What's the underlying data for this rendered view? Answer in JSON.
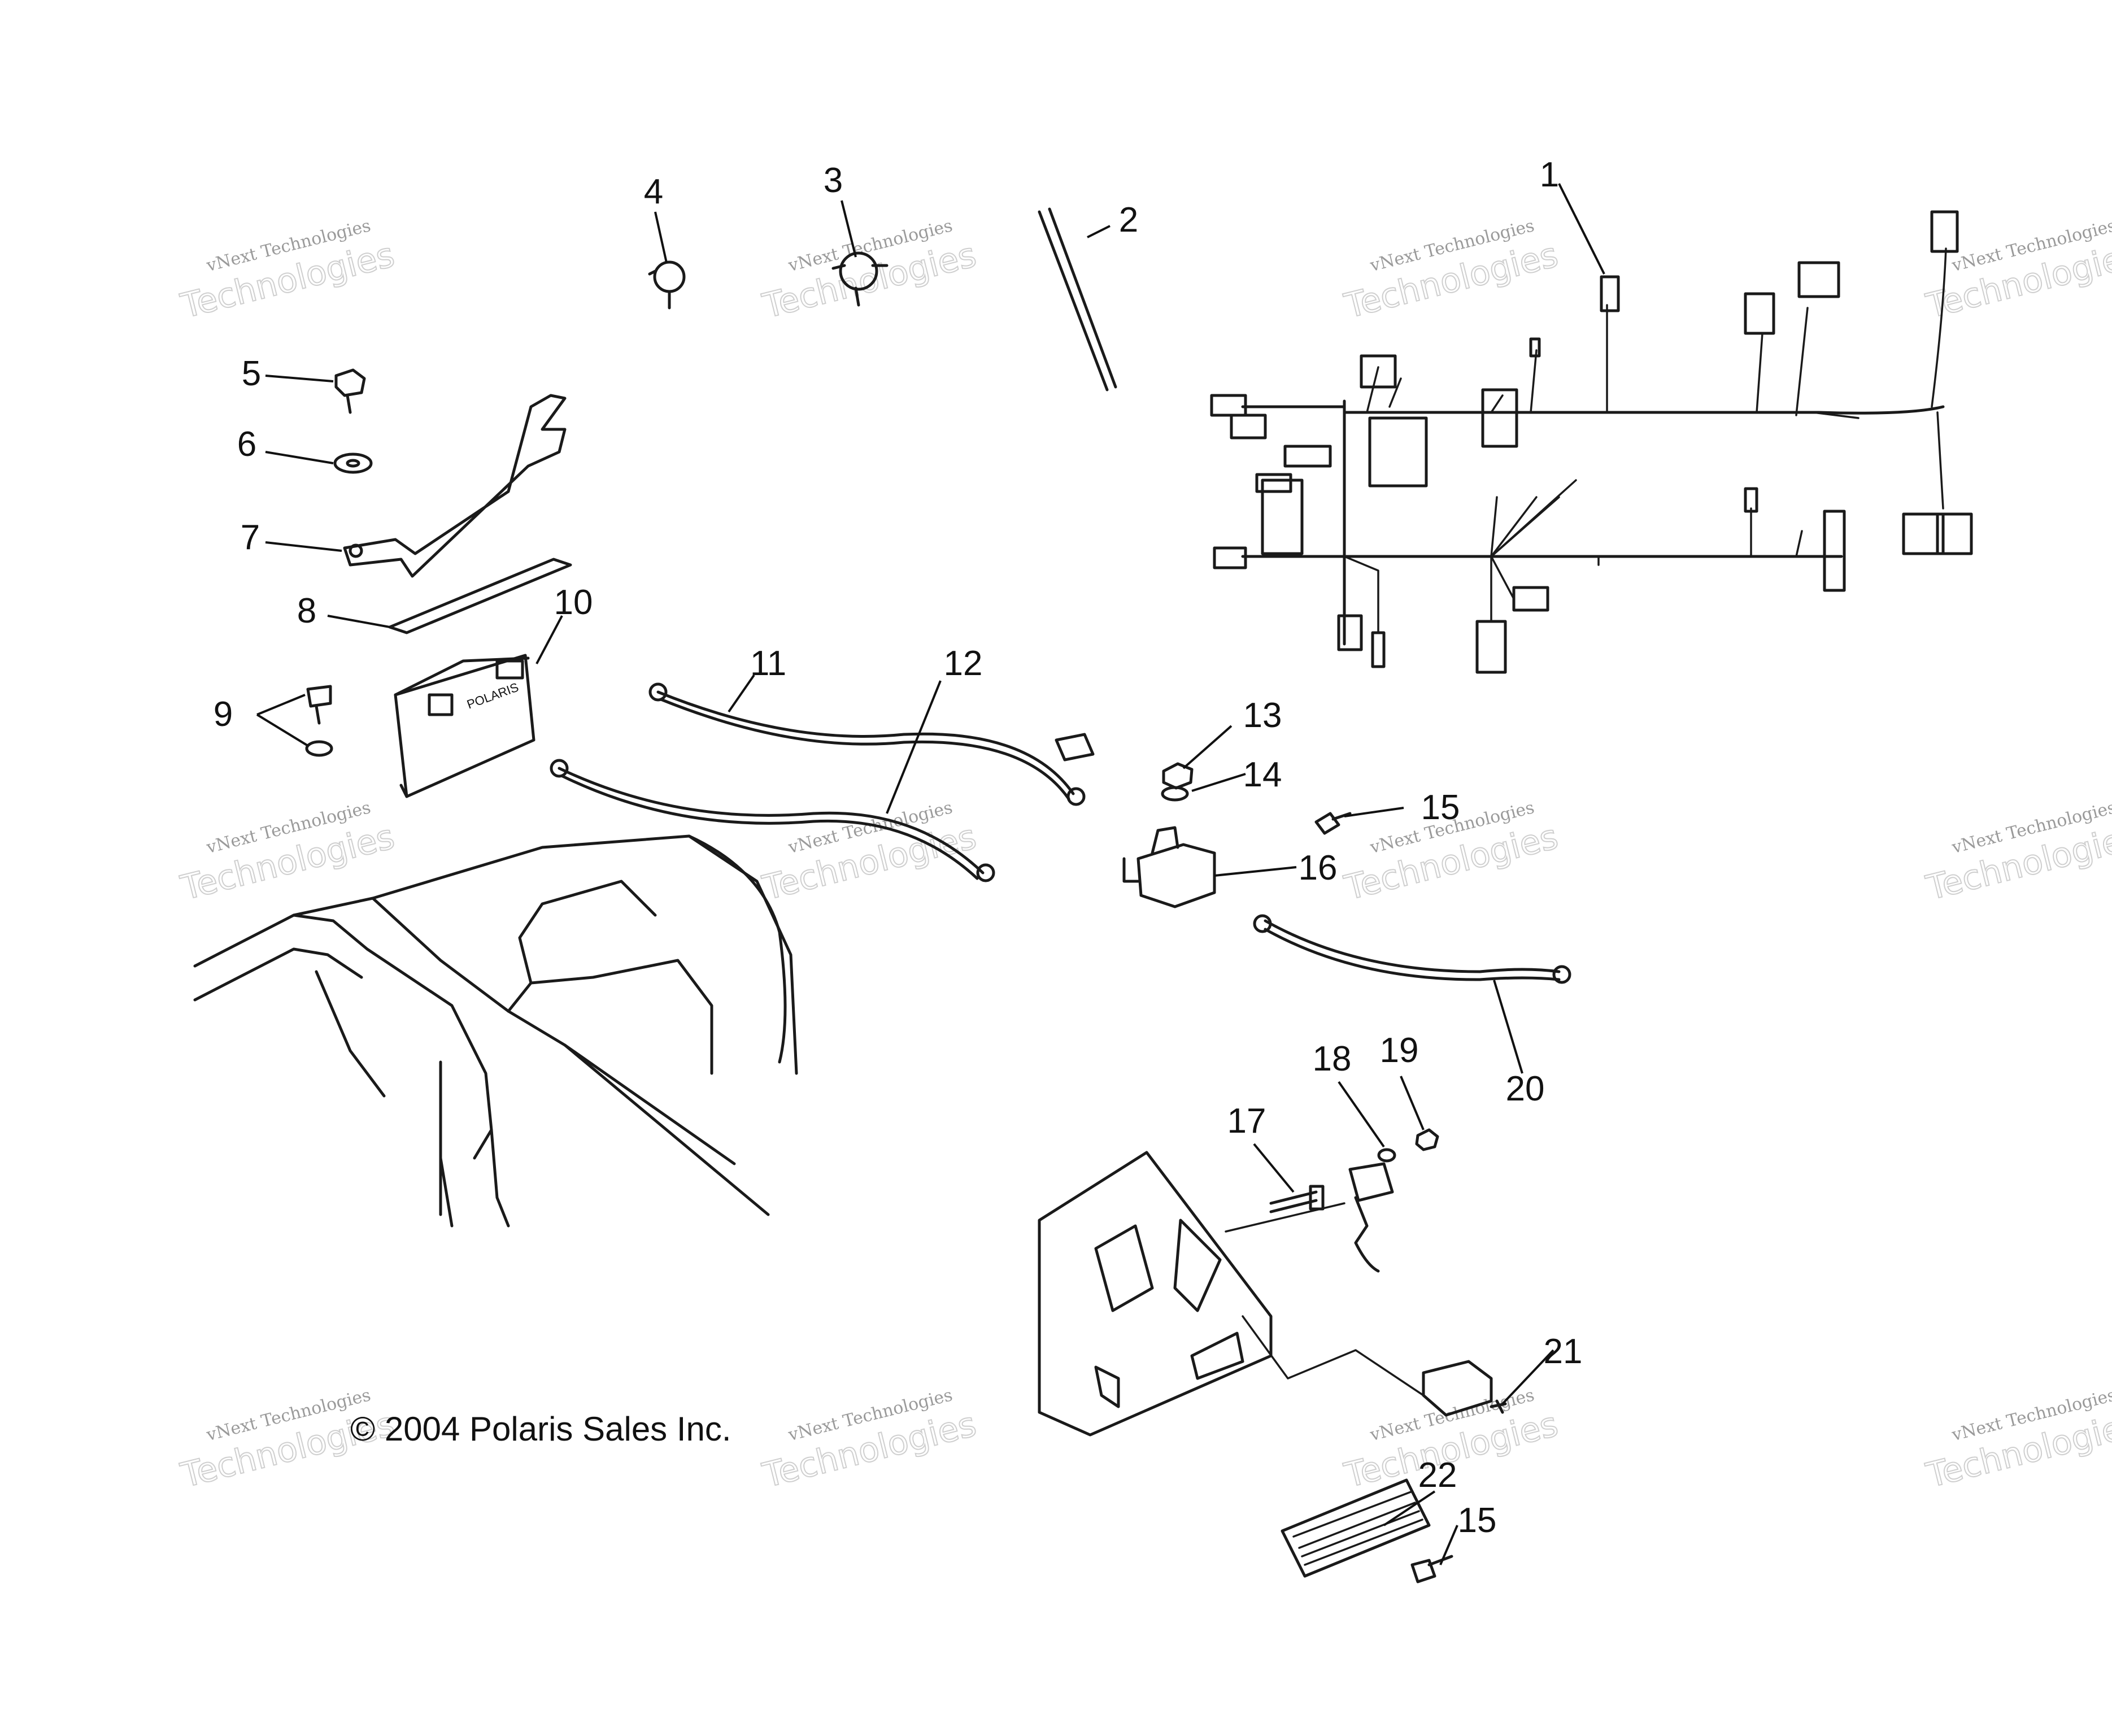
{
  "copyright": "© 2004 Polaris Sales Inc.",
  "watermark": {
    "line1": "vNext Technologies",
    "line2": "Technologies"
  },
  "callouts": [
    "1",
    "2",
    "3",
    "4",
    "5",
    "6",
    "7",
    "8",
    "9",
    "10",
    "11",
    "12",
    "13",
    "14",
    "15",
    "16",
    "17",
    "18",
    "19",
    "20",
    "21",
    "22",
    "15"
  ],
  "battery_label": "POLARIS",
  "colors": {
    "line": "#1a1a1a",
    "watermark": "#9a9a9a",
    "background": "#ffffff"
  }
}
